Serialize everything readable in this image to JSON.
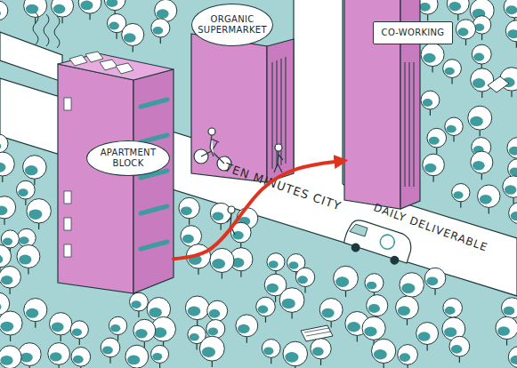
{
  "diagram": {
    "nodes": [
      {
        "text": [
          "ORGANIC SUPERMARKET"
        ]
      },
      {
        "text": [
          "CO-WORKING"
        ]
      },
      {
        "text": [
          "APARTMENT BLOCK"
        ]
      }
    ],
    "edges": [
      {
        "from": 2,
        "to": 1,
        "arrow": "to"
      }
    ],
    "labels": [
      "TEN MINUTES CITY",
      "DAILY DELIVERABLE"
    ]
  }
}
